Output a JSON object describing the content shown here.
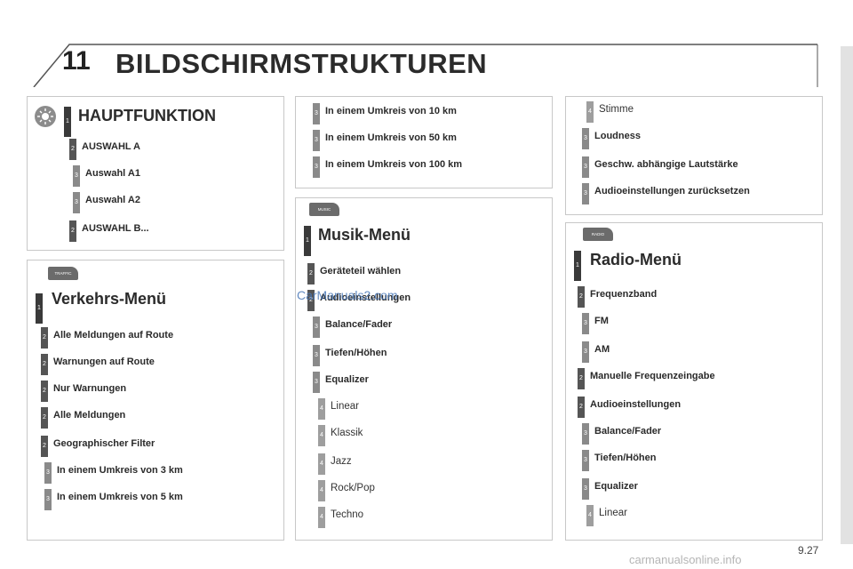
{
  "chapter": "11",
  "title": "BILDSCHIRMSTRUKTUREN",
  "page_number": "9.27",
  "watermark": "CarManuals2.com",
  "site_watermark": "carmanualsonline.info",
  "colors": {
    "level_bar": "#7f7f7f",
    "panel_border": "#c8c8c8"
  },
  "panels": {
    "haupt": {
      "heading": "HAUPTFUNKTION",
      "icon": "sun-icon",
      "items": [
        {
          "level": "2",
          "text": "AUSWAHL A"
        },
        {
          "level": "3",
          "text": "Auswahl A1"
        },
        {
          "level": "3",
          "text": "Auswahl A2"
        },
        {
          "level": "2",
          "text": "AUSWAHL B..."
        }
      ]
    },
    "verkehr": {
      "badge": "TRAFFIC",
      "heading": "Verkehrs-Menü",
      "items": [
        {
          "level": "2",
          "text": "Alle Meldungen auf Route"
        },
        {
          "level": "2",
          "text": "Warnungen auf Route"
        },
        {
          "level": "2",
          "text": "Nur Warnungen"
        },
        {
          "level": "2",
          "text": "Alle Meldungen"
        },
        {
          "level": "2",
          "text": "Geographischer Filter"
        },
        {
          "level": "3",
          "text": "In einem Umkreis von 3 km"
        },
        {
          "level": "3",
          "text": "In einem Umkreis von 5 km"
        }
      ]
    },
    "umkreis": {
      "items": [
        {
          "level": "3",
          "text": "In einem Umkreis von 10 km"
        },
        {
          "level": "3",
          "text": "In einem Umkreis von 50 km"
        },
        {
          "level": "3",
          "text": "In einem Umkreis von 100 km"
        }
      ]
    },
    "musik": {
      "badge": "MUSIC",
      "heading": "Musik-Menü",
      "items": [
        {
          "level": "2",
          "text": "Geräteteil wählen"
        },
        {
          "level": "2",
          "text": "Audioeinstellungen"
        },
        {
          "level": "3",
          "text": "Balance/Fader"
        },
        {
          "level": "3",
          "text": "Tiefen/Höhen"
        },
        {
          "level": "3",
          "text": "Equalizer"
        },
        {
          "level": "4",
          "text": "Linear"
        },
        {
          "level": "4",
          "text": "Klassik"
        },
        {
          "level": "4",
          "text": "Jazz"
        },
        {
          "level": "4",
          "text": "Rock/Pop"
        },
        {
          "level": "4",
          "text": "Techno"
        }
      ]
    },
    "stimme": {
      "items": [
        {
          "level": "4",
          "text": "Stimme"
        },
        {
          "level": "3",
          "text": "Loudness"
        },
        {
          "level": "3",
          "text": "Geschw. abhängige Lautstärke"
        },
        {
          "level": "3",
          "text": "Audioeinstellungen zurücksetzen"
        }
      ]
    },
    "radio": {
      "badge": "RADIO",
      "heading": "Radio-Menü",
      "items": [
        {
          "level": "2",
          "text": "Frequenzband"
        },
        {
          "level": "3",
          "text": "FM"
        },
        {
          "level": "3",
          "text": "AM"
        },
        {
          "level": "2",
          "text": "Manuelle Frequenzeingabe"
        },
        {
          "level": "2",
          "text": "Audioeinstellungen"
        },
        {
          "level": "3",
          "text": "Balance/Fader"
        },
        {
          "level": "3",
          "text": "Tiefen/Höhen"
        },
        {
          "level": "3",
          "text": "Equalizer"
        },
        {
          "level": "4",
          "text": "Linear"
        }
      ]
    }
  }
}
